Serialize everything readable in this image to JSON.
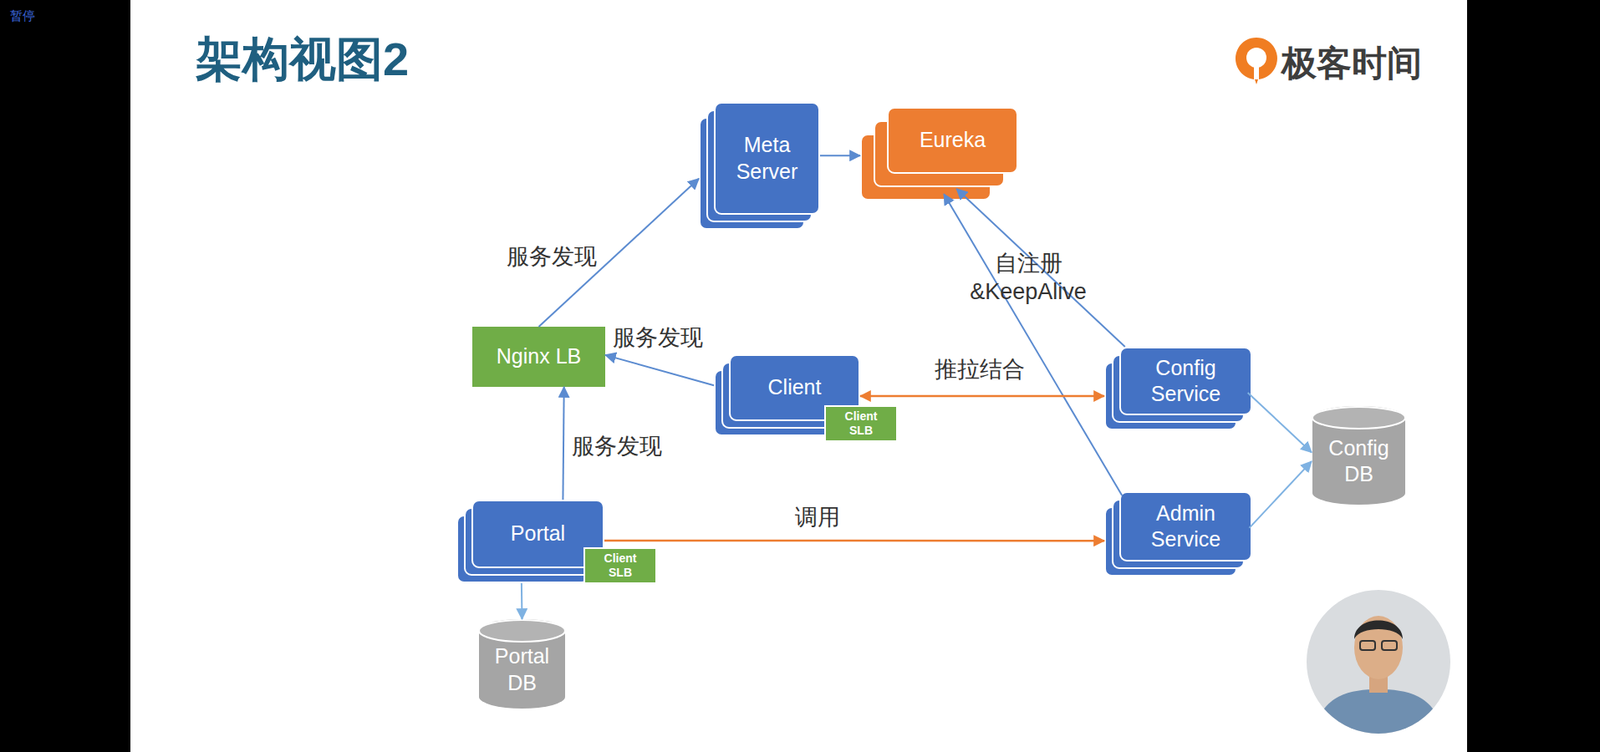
{
  "diagram": {
    "title": "架构视图2",
    "nodes": [
      {
        "text": [
          "Meta Server"
        ]
      },
      {
        "text": [
          "Eureka"
        ]
      },
      {
        "text": [
          "Nginx LB"
        ]
      },
      {
        "text": [
          "Client"
        ]
      },
      {
        "text": [
          "Client SLB"
        ],
        "in": 3
      },
      {
        "text": [
          "Config Service"
        ]
      },
      {
        "text": [
          "Config DB"
        ]
      },
      {
        "text": [
          "Portal"
        ]
      },
      {
        "text": [
          "Client SLB"
        ],
        "in": 7
      },
      {
        "text": [
          "Admin Service"
        ]
      },
      {
        "text": [
          "Portal DB"
        ]
      }
    ],
    "edges": [
      {
        "from": 0,
        "to": 1,
        "arrow": "to"
      },
      {
        "from": 2,
        "to": 0,
        "label": "服务发现",
        "arrow": "to"
      },
      {
        "from": 3,
        "to": 2,
        "label": "服务发现",
        "arrow": "to"
      },
      {
        "from": 7,
        "to": 2,
        "label": "服务发现",
        "arrow": "to"
      },
      {
        "from": 5,
        "to": 1,
        "label": "自注册 &KeepAlive",
        "arrow": "to"
      },
      {
        "from": 9,
        "to": 1,
        "arrow": "to"
      },
      {
        "from": 3,
        "to": 5,
        "label": "推拉结合",
        "arrow": "both"
      },
      {
        "from": 7,
        "to": 9,
        "label": "调用",
        "arrow": "to"
      },
      {
        "from": 5,
        "to": 6,
        "arrow": "to"
      },
      {
        "from": 9,
        "to": 6,
        "arrow": "to"
      },
      {
        "from": 7,
        "to": 10,
        "arrow": "to"
      }
    ],
    "labels": [
      "暂停",
      "极客时间"
    ]
  }
}
